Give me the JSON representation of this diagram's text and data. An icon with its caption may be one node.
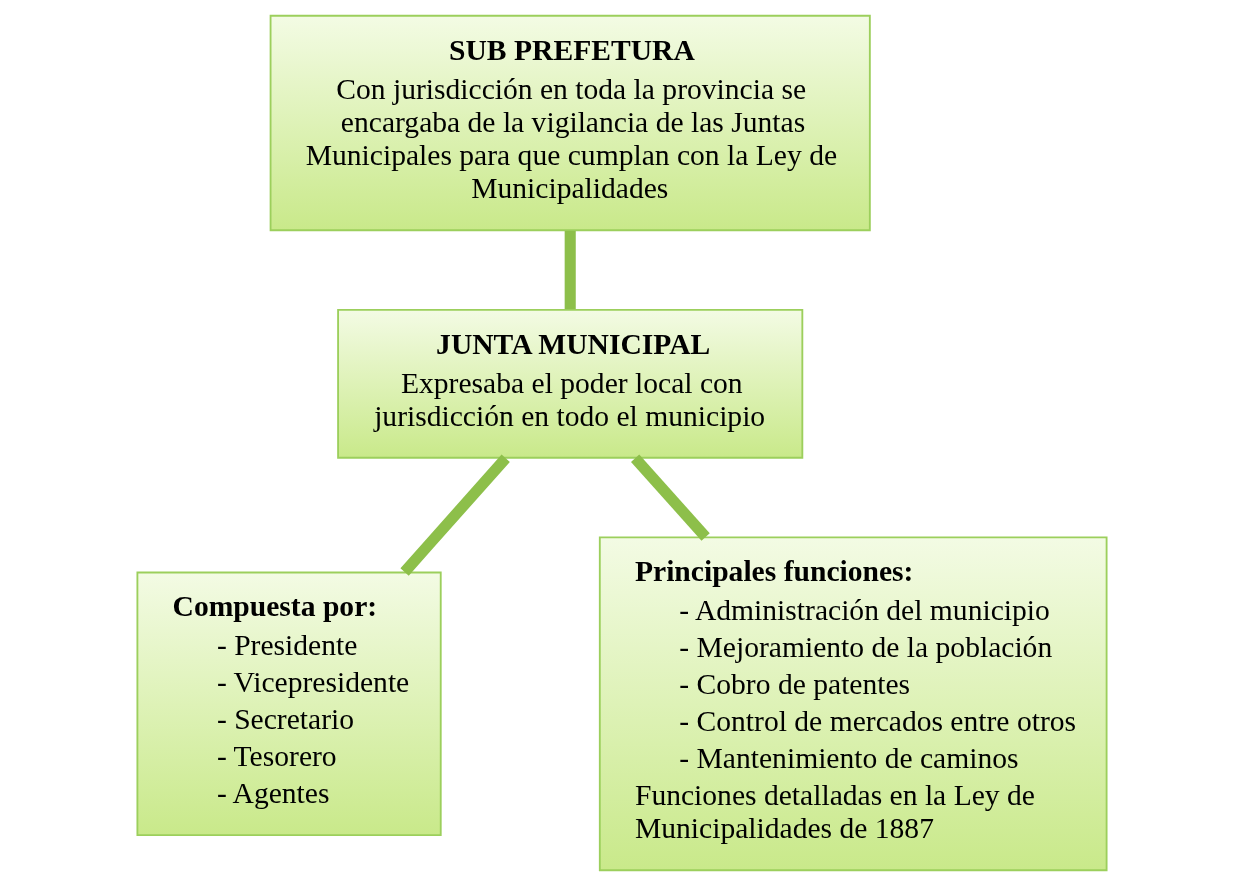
{
  "diagram": {
    "nodes": [
      {
        "text": [
          "SUB PREFETURA",
          "Con jurisdicción en toda la provincia se encargaba de la vigilancia de las Juntas Municipales para que cumplan con la Ley de Municipalidades"
        ]
      },
      {
        "text": [
          "JUNTA MUNICIPAL",
          "Expresaba el poder local con jurisdicción en todo el municipio"
        ]
      },
      {
        "text": [
          "Compuesta por:",
          "- Presidente",
          "- Vicepresidente",
          "- Secretario",
          "- Tesorero",
          "- Agentes"
        ]
      },
      {
        "text": [
          "Principales funciones:",
          "- Administración del municipio",
          "- Mejoramiento de la población",
          "- Cobro de patentes",
          "- Control de mercados entre otros",
          "- Mantenimiento de caminos",
          "Funciones detalladas en la Ley de Municipalidades de 1887"
        ]
      }
    ],
    "edges": [
      {
        "from": 0,
        "to": 1,
        "arrow": "none"
      },
      {
        "from": 1,
        "to": 2,
        "arrow": "none"
      },
      {
        "from": 1,
        "to": 3,
        "arrow": "none"
      }
    ]
  }
}
